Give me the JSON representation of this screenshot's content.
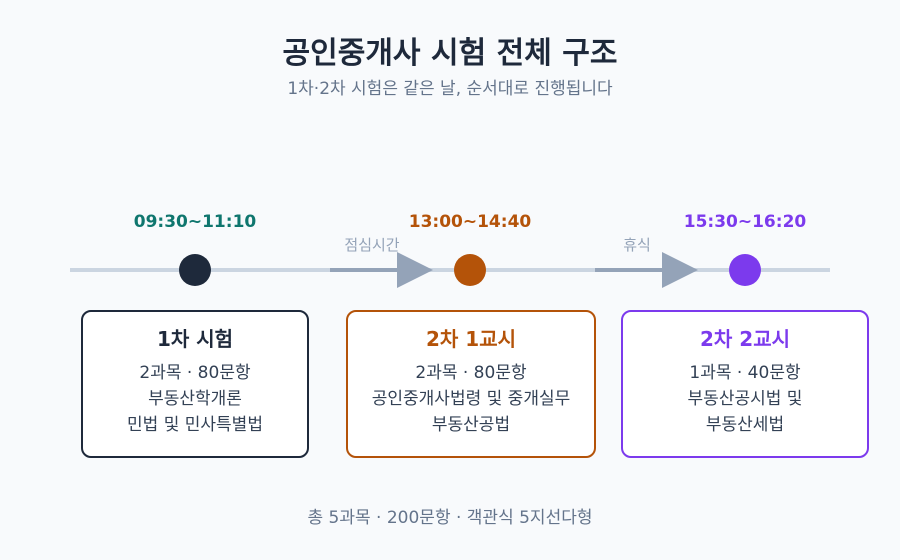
{
  "title": "공인중개사 시험 전체 구조",
  "subtitle": "1차·2차 시험은 같은 날, 순서대로 진행됩니다",
  "sessions": [
    {
      "time": "09:30~11:10",
      "title": "1차 시험",
      "lines": [
        "2과목 · 80문항",
        "부동산학개론",
        "민법 및 민사특별법"
      ],
      "color": "#1e293b",
      "time_color": "#0f766e"
    },
    {
      "time": "13:00~14:40",
      "title": "2차 1교시",
      "lines": [
        "2과목 · 80문항",
        "공인중개사법령 및 중개실무",
        "부동산공법"
      ],
      "color": "#b45309",
      "time_color": "#b45309"
    },
    {
      "time": "15:30~16:20",
      "title": "2차 2교시",
      "lines": [
        "1과목 · 40문항",
        "부동산공시법 및",
        "부동산세법"
      ],
      "color": "#7c3aed",
      "time_color": "#7c3aed"
    }
  ],
  "breaks": [
    "점심시간",
    "휴식"
  ],
  "footer": "총 5과목 · 200문항 · 객관식 5지선다형",
  "colors": {
    "line": "#cbd5e1",
    "arrow": "#94a3b8"
  }
}
